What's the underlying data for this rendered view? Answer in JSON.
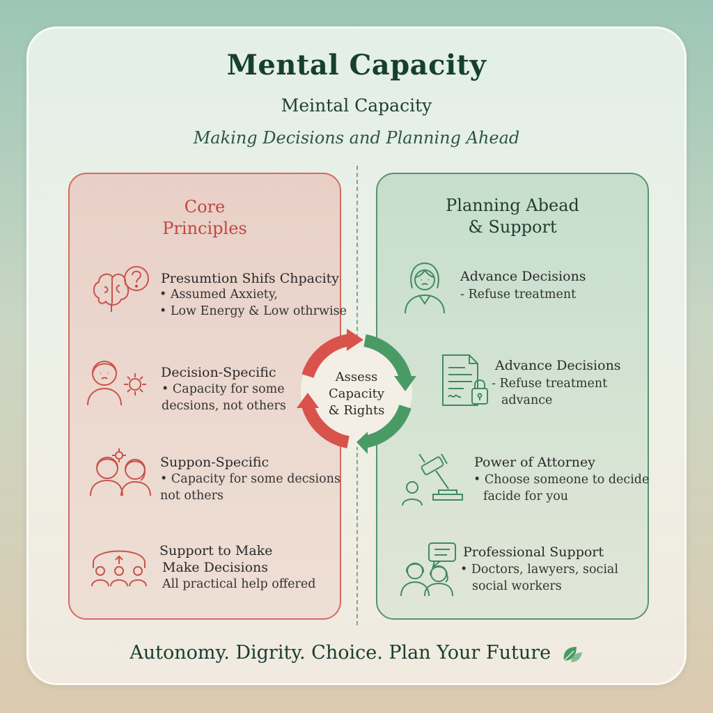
{
  "header": {
    "title": "Mental Capacity",
    "subtitle": "Meintal Capacity",
    "tagline": "Making Decisions and Planning Ahead"
  },
  "left_panel": {
    "title_line1": "Core",
    "title_line2": "Principles",
    "items": [
      {
        "title": "Presumtion Shifs Chpacity",
        "lines": [
          "• Assumed Axxiety,",
          "• Low Energy & Low othrwise"
        ],
        "icon": "brain-question-icon"
      },
      {
        "title": "Decision-Specific",
        "lines": [
          "• Capacity for some",
          "decsions, not others"
        ],
        "icon": "person-gear-icon"
      },
      {
        "title": "Suppon-Specific",
        "lines": [
          "• Capacity for some decsions",
          "not others"
        ],
        "icon": "two-people-gear-icon"
      },
      {
        "title": "Support to Make",
        "lines": [
          "Make Decisions",
          "All practical help offered"
        ],
        "icon": "group-support-icon"
      }
    ]
  },
  "right_panel": {
    "title_line1": "Planning Abead",
    "title_line2": "& Support",
    "items": [
      {
        "title": "Advance Decisions",
        "lines": [
          "- Refuse treatment"
        ],
        "icon": "woman-icon"
      },
      {
        "title": "Advance Decisions",
        "lines": [
          "- Refuse treatment",
          "advance"
        ],
        "icon": "document-lock-icon"
      },
      {
        "title": "Power of Attorney",
        "lines": [
          "• Choose someone to decide",
          "facide for you"
        ],
        "icon": "gavel-person-icon"
      },
      {
        "title": "Professional Support",
        "lines": [
          "• Doctors, lawyers, social",
          "social workers"
        ],
        "icon": "professionals-chat-icon"
      }
    ]
  },
  "cycle": {
    "line1": "Assess",
    "line2": "Capacity",
    "line3": "& Rights"
  },
  "footer": {
    "text": "Autonomy. Digrity. Choice. Plan Your Future"
  },
  "colors": {
    "left_accent": "#d36a61",
    "right_accent": "#56946e",
    "title": "#163f30"
  }
}
